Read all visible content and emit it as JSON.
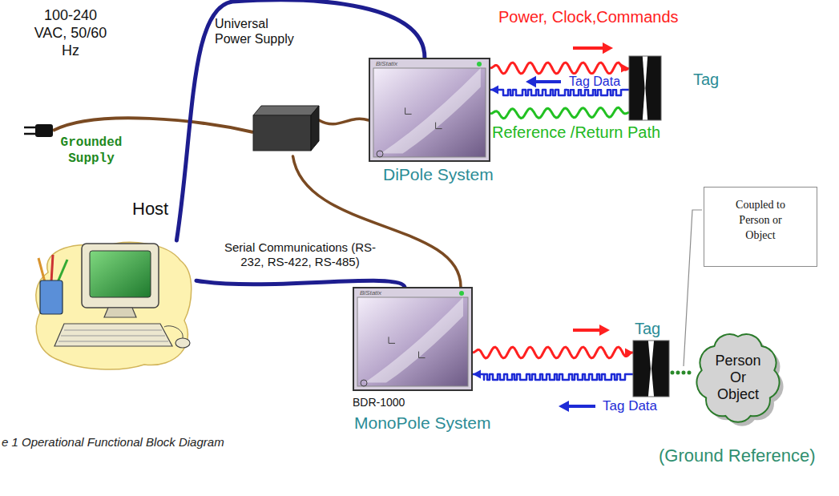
{
  "diagram": {
    "caption": "e 1 Operational Functional Block Diagram",
    "nodes": [
      {
        "text": [
          "Universal Power Supply"
        ]
      },
      {
        "text": [
          "BiStatix",
          "DiPole System"
        ]
      },
      {
        "text": [
          "Tag"
        ]
      },
      {
        "text": [
          "Host"
        ]
      },
      {
        "text": [
          "BiStatix",
          "BDR-1000",
          "MonoPole System"
        ]
      },
      {
        "text": [
          "Tag"
        ]
      },
      {
        "text": [
          "Coupled to Person or Object"
        ]
      },
      {
        "text": [
          "Person Or Object"
        ]
      }
    ],
    "edges": [
      {
        "from": 3,
        "to": 1,
        "arrow": "none"
      },
      {
        "from": 3,
        "to": 4,
        "arrow": "none"
      },
      {
        "from": 0,
        "to": 1,
        "arrow": "none"
      },
      {
        "from": 0,
        "to": 4,
        "arrow": "none"
      },
      {
        "from": 1,
        "to": 2,
        "arrow": "to",
        "label": "Power, Clock,Commands"
      },
      {
        "from": 2,
        "to": 1,
        "arrow": "to",
        "label": "Tag Data"
      },
      {
        "from": 1,
        "to": 2,
        "arrow": "none",
        "label": "Reference /Return Path"
      },
      {
        "from": 4,
        "to": 5,
        "arrow": "to"
      },
      {
        "from": 5,
        "to": 4,
        "arrow": "to",
        "label": "Tag Data"
      },
      {
        "from": 5,
        "to": 7,
        "arrow": "none"
      }
    ],
    "labels": [
      "100-240 VAC, 50/60 Hz",
      "Grounded Supply",
      "Serial Communications (RS-232, RS-422, RS-485)",
      "(Ground Reference)"
    ]
  }
}
